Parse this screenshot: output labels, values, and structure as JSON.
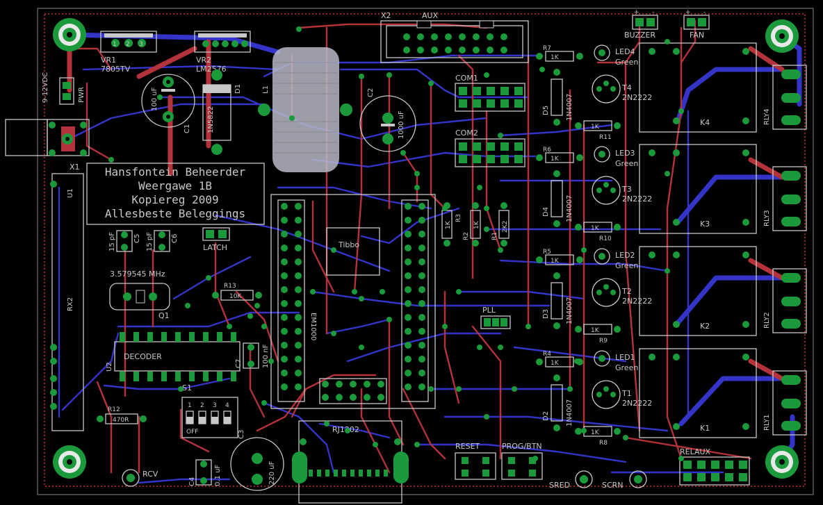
{
  "board": {
    "title_lines": [
      "Hansfontein Beheerder",
      "Weergawe 1B",
      "Kopiereg 2009",
      "Allesbeste Beleggings"
    ]
  },
  "labels": {
    "vr1": "VR1",
    "vr1_val": "7805TV",
    "vr2": "VR2",
    "vr2_val": "LM2576",
    "pwr": "PWR",
    "pwr_v": "9-12VDC",
    "c1": "C1",
    "c1_val": "100 uF",
    "d1": "D1",
    "d1_val": "1N5822",
    "l1": "L1",
    "c2": "C2",
    "c2_val": "1000 uF",
    "x1": "X1",
    "x2": "X2",
    "aux": "AUX",
    "com1": "COM1",
    "com2": "COM2",
    "u1": "U1",
    "rx2": "RX2",
    "c5": "C5",
    "c5_val": "15 pF",
    "c6": "C6",
    "c6_val": "15 pF",
    "latch": "LATCH",
    "crystal": "3.579545 MHz",
    "q1": "Q1",
    "r13": "R13",
    "r13_val": "10K",
    "decoder": "DECODER",
    "u2": "U2",
    "c7": "C7",
    "c7_val": "100 nF",
    "s1": "S1",
    "off": "OFF",
    "r12": "R12",
    "r12_val": "470R",
    "c3": "C3",
    "c3_val": "220 uF",
    "c4": "C4",
    "c4_val": "0.1 uF",
    "rcv": "RCV",
    "em1000": "EM1000",
    "tibbo": "Tibbo",
    "rj1202": "RJ1202",
    "r1": "R1",
    "r1_val": "1K",
    "r2": "R2",
    "r2_val": "1K",
    "r3": "R3",
    "r3_val": "1K",
    "r1b_val": "2K2",
    "pll": "PLL",
    "reset": "RESET",
    "prog": "PROG/BTN",
    "sred": "SRED",
    "scrn": "SCRN",
    "relaux": "RELAUX",
    "buzzer": "BUZZER",
    "fan": "FAN",
    "k1": "K1",
    "k2": "K2",
    "k3": "K3",
    "k4": "K4",
    "rly1": "RLY1",
    "rly2": "RLY2",
    "rly3": "RLY3",
    "rly4": "RLY4",
    "led1": "LED1",
    "led2": "LED2",
    "led3": "LED3",
    "led4": "LED4",
    "green": "Green",
    "t1": "T1",
    "t2": "T2",
    "t3": "T3",
    "t4": "T4",
    "q_val": "2N2222",
    "d2": "D2",
    "d3": "D3",
    "d4": "D4",
    "d5": "D5",
    "d_val": "1N4007",
    "r4": "R4",
    "r5": "R5",
    "r6": "R6",
    "r7": "R7",
    "r8": "R8",
    "r9": "R9",
    "r10": "R10",
    "r11": "R11",
    "r_1k": "1K",
    "pin1": "1",
    "pin2": "2",
    "pin3": "3",
    "pin4": "4",
    "plus": "+",
    "minus": "-"
  },
  "colors": {
    "top_trace": "#b4323a",
    "bottom_trace": "#3434c8",
    "pad": "#1a9a3a",
    "silkscreen": "#c8c8c8",
    "background": "#000000"
  }
}
